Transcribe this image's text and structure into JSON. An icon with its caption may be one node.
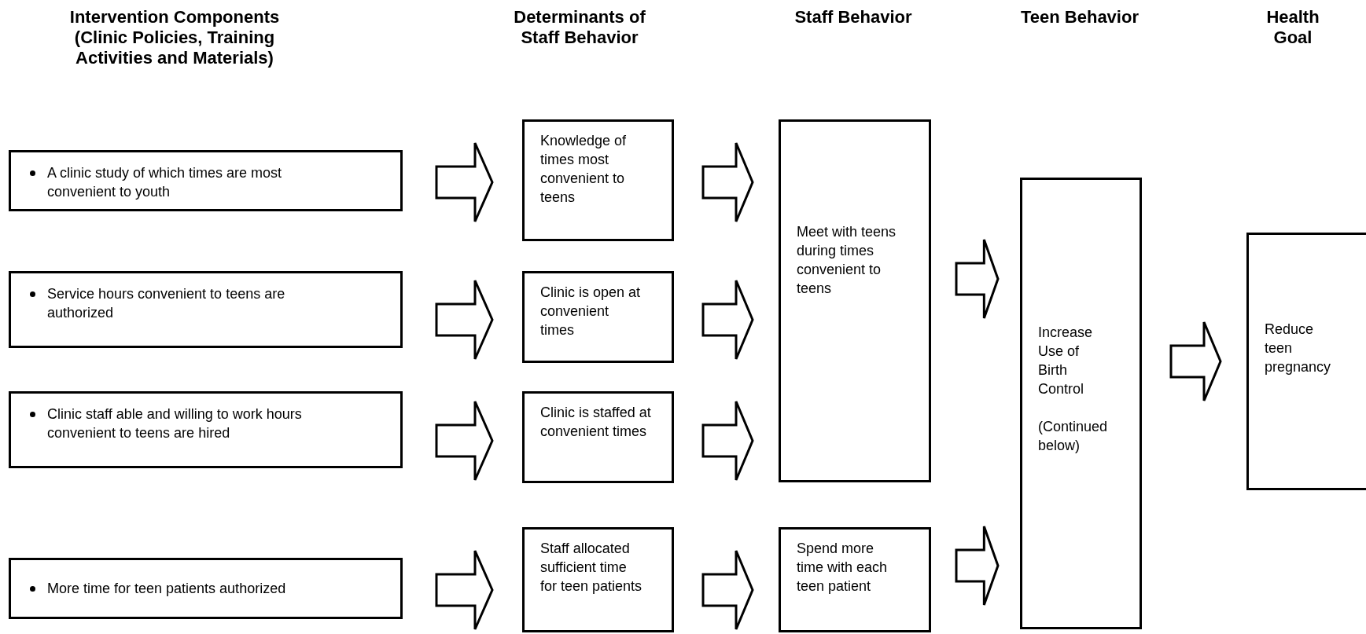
{
  "diagram": {
    "nodes": [
      {
        "text": [
          "A clinic study of which times are most convenient to youth"
        ]
      },
      {
        "text": [
          "Service hours convenient to teens are authorized"
        ]
      },
      {
        "text": [
          "Clinic staff able and willing to work hours convenient to teens are hired"
        ]
      },
      {
        "text": [
          "More time for teen patients authorized"
        ]
      },
      {
        "text": [
          "Knowledge of times most convenient to teens"
        ]
      },
      {
        "text": [
          "Clinic is open at convenient times"
        ]
      },
      {
        "text": [
          "Clinic is staffed at convenient times"
        ]
      },
      {
        "text": [
          "Staff allocated sufficient time for teen patients"
        ]
      },
      {
        "text": [
          "Meet with teens during times convenient to teens"
        ]
      },
      {
        "text": [
          "Spend more time with each teen patient"
        ]
      },
      {
        "text": [
          "Increase Use of Birth Control",
          "(Continued below)"
        ]
      },
      {
        "text": [
          "Reduce teen pregnancy"
        ]
      }
    ],
    "edges": [
      {
        "from": 0,
        "to": 4,
        "arrow": "to"
      },
      {
        "from": 1,
        "to": 5,
        "arrow": "to"
      },
      {
        "from": 2,
        "to": 6,
        "arrow": "to"
      },
      {
        "from": 3,
        "to": 7,
        "arrow": "to"
      },
      {
        "from": 4,
        "to": 8,
        "arrow": "to"
      },
      {
        "from": 5,
        "to": 8,
        "arrow": "to"
      },
      {
        "from": 6,
        "to": 8,
        "arrow": "to"
      },
      {
        "from": 7,
        "to": 9,
        "arrow": "to"
      },
      {
        "from": 8,
        "to": 10,
        "arrow": "to"
      },
      {
        "from": 9,
        "to": 10,
        "arrow": "to"
      },
      {
        "from": 10,
        "to": 11,
        "arrow": "to"
      }
    ],
    "labels": [
      "Intervention Components (Clinic Policies, Training Activities and Materials)",
      "Determinants of Staff Behavior",
      "Staff Behavior",
      "Teen Behavior",
      "Health Goal"
    ]
  }
}
